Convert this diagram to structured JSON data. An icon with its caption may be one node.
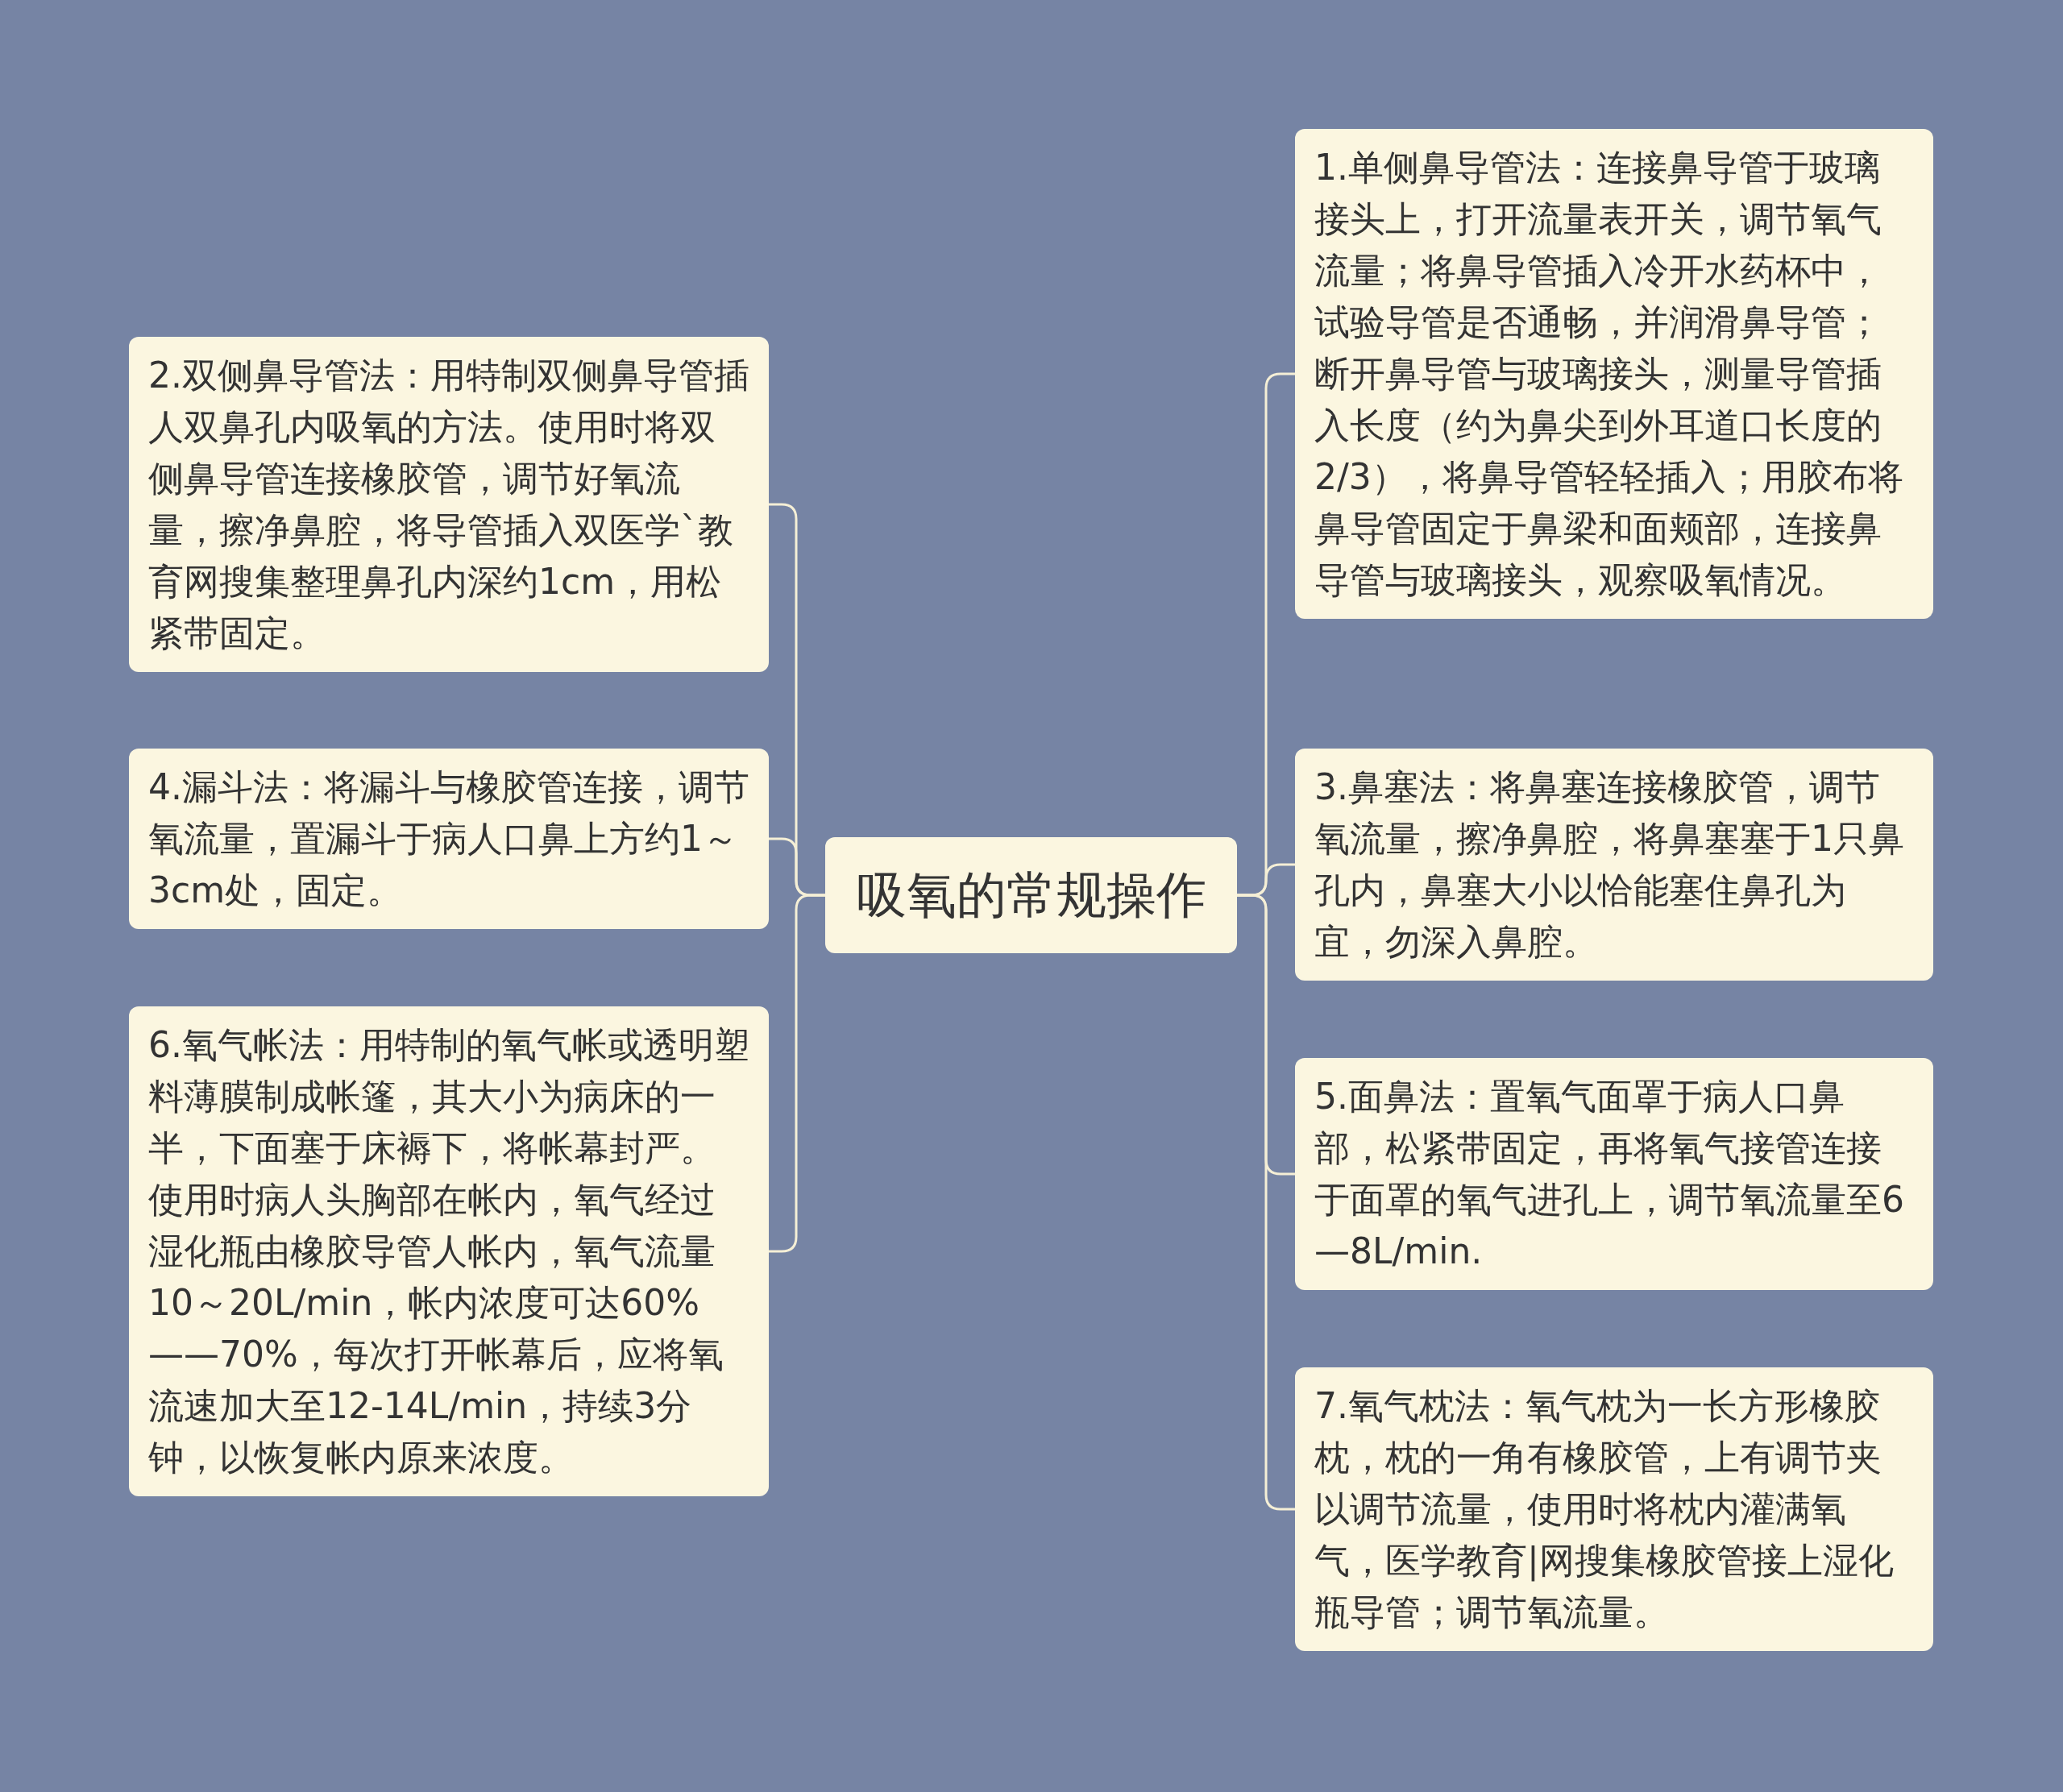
{
  "diagram": {
    "nodes": [
      {
        "text": [
          "吸氧的常规操作"
        ]
      },
      {
        "text": [
          "1.单侧鼻导管法：连接鼻导管于玻璃接头上，打开流量表开关，调节氧气流量；将鼻导管插入冷开水药杯中，试验导管是否通畅，并润滑鼻导管；断开鼻导管与玻璃接头，测量导管插入长度（约为鼻尖到外耳道口长度的2/3），将鼻导管轻轻插入；用胶布将鼻导管固定于鼻梁和面颊部，连接鼻导管与玻璃接头，观察吸氧情况。"
        ]
      },
      {
        "text": [
          "2.双侧鼻导管法：用特制双侧鼻导管插人双鼻孔内吸氧的方法。使用时将双侧鼻导管连接橡胶管，调节好氧流量，擦净鼻腔，将导管插入双医学`教育网搜集整理鼻孔内深约1cm，用松紧带固定。"
        ]
      },
      {
        "text": [
          "3.鼻塞法：将鼻塞连接橡胶管，调节氧流量，擦净鼻腔，将鼻塞塞于1只鼻孔内，鼻塞大小以恰能塞住鼻孔为宜，勿深入鼻腔。"
        ]
      },
      {
        "text": [
          "4.漏斗法：将漏斗与橡胶管连接，调节氧流量，置漏斗于病人口鼻上方约1～3cm处，固定。"
        ]
      },
      {
        "text": [
          "5.面鼻法：置氧气面罩于病人口鼻部，松紧带固定，再将氧气接管连接于面罩的氧气进孔上，调节氧流量至6—8L/min."
        ]
      },
      {
        "text": [
          "6.氧气帐法：用特制的氧气帐或透明塑料薄膜制成帐篷，其大小为病床的一半，下面塞于床褥下，将帐幕封严。使用时病人头胸部在帐内，氧气经过湿化瓶由橡胶导管人帐内，氧气流量10～20L/min，帐内浓度可达60%——70%，每次打开帐幕后，应将氧流速加大至12-14L/min，持续3分钟，以恢复帐内原来浓度。"
        ]
      },
      {
        "text": [
          "7.氧气枕法：氧气枕为一长方形橡胶枕，枕的一角有橡胶管，上有调节夹以调节流量，使用时将枕内灌满氧气，医学教育|网搜集橡胶管接上湿化瓶导管；调节氧流量。"
        ]
      }
    ],
    "edges": [
      {
        "from": 0,
        "to": 1,
        "arrow": "none"
      },
      {
        "from": 0,
        "to": 2,
        "arrow": "none"
      },
      {
        "from": 0,
        "to": 3,
        "arrow": "none"
      },
      {
        "from": 0,
        "to": 4,
        "arrow": "none"
      },
      {
        "from": 0,
        "to": 5,
        "arrow": "none"
      },
      {
        "from": 0,
        "to": 6,
        "arrow": "none"
      },
      {
        "from": 0,
        "to": 7,
        "arrow": "none"
      }
    ]
  }
}
